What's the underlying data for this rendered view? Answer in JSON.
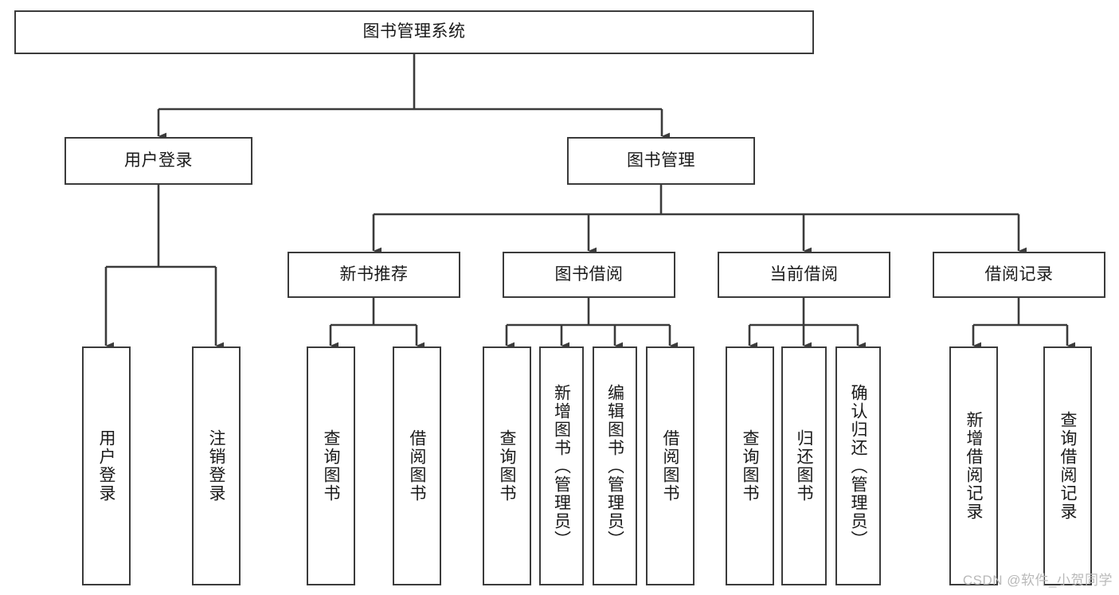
{
  "diagram": {
    "title": "图书管理系统",
    "type": "tree-hierarchy-diagram",
    "orientation": "top-down",
    "colors": {
      "box_border": "#3b3b3b",
      "box_fill": "#ffffff",
      "edge": "#3b3b3b",
      "text": "#1a1a1a",
      "watermark": "#b9b9b9",
      "background": "#ffffff"
    }
  },
  "watermark": {
    "text": "CSDN @软件_小贺同学"
  },
  "nodes": {
    "root": {
      "label": "图书管理系统",
      "level": 1
    },
    "level2": [
      {
        "id": "user-login",
        "label": "用户登录"
      },
      {
        "id": "book-manage",
        "label": "图书管理"
      }
    ],
    "level3": [
      {
        "id": "new-book-recommend",
        "label": "新书推荐"
      },
      {
        "id": "book-borrow",
        "label": "图书借阅"
      },
      {
        "id": "current-borrow",
        "label": "当前借阅"
      },
      {
        "id": "borrow-record",
        "label": "借阅记录"
      }
    ],
    "leaves": [
      {
        "id": "leaf-user-login",
        "label": "用户登录",
        "parent": "user-login"
      },
      {
        "id": "leaf-logout",
        "label": "注销登录",
        "parent": "user-login"
      },
      {
        "id": "leaf-query-book-1",
        "label": "查询图书",
        "parent": "new-book-recommend"
      },
      {
        "id": "leaf-borrow-book-1",
        "label": "借阅图书",
        "parent": "new-book-recommend"
      },
      {
        "id": "leaf-query-book-2",
        "label": "查询图书",
        "parent": "book-borrow"
      },
      {
        "id": "leaf-add-book",
        "label": "新增图书（管理员）",
        "parent": "book-borrow"
      },
      {
        "id": "leaf-edit-book",
        "label": "编辑图书（管理员）",
        "parent": "book-borrow"
      },
      {
        "id": "leaf-borrow-book-2",
        "label": "借阅图书",
        "parent": "book-borrow"
      },
      {
        "id": "leaf-query-book-3",
        "label": "查询图书",
        "parent": "current-borrow"
      },
      {
        "id": "leaf-return-book",
        "label": "归还图书",
        "parent": "current-borrow"
      },
      {
        "id": "leaf-confirm-return",
        "label": "确认归还（管理员）",
        "parent": "current-borrow"
      },
      {
        "id": "leaf-add-record",
        "label": "新增借阅记录",
        "parent": "borrow-record"
      },
      {
        "id": "leaf-query-record",
        "label": "查询借阅记录",
        "parent": "borrow-record"
      }
    ]
  },
  "edges": [
    {
      "from": "root",
      "to": "user-login"
    },
    {
      "from": "root",
      "to": "book-manage"
    },
    {
      "from": "book-manage",
      "to": "new-book-recommend"
    },
    {
      "from": "book-manage",
      "to": "book-borrow"
    },
    {
      "from": "book-manage",
      "to": "current-borrow"
    },
    {
      "from": "book-manage",
      "to": "borrow-record"
    },
    {
      "from": "user-login",
      "to": "leaf-user-login"
    },
    {
      "from": "user-login",
      "to": "leaf-logout"
    },
    {
      "from": "new-book-recommend",
      "to": "leaf-query-book-1"
    },
    {
      "from": "new-book-recommend",
      "to": "leaf-borrow-book-1"
    },
    {
      "from": "book-borrow",
      "to": "leaf-query-book-2"
    },
    {
      "from": "book-borrow",
      "to": "leaf-add-book"
    },
    {
      "from": "book-borrow",
      "to": "leaf-edit-book"
    },
    {
      "from": "book-borrow",
      "to": "leaf-borrow-book-2"
    },
    {
      "from": "current-borrow",
      "to": "leaf-query-book-3"
    },
    {
      "from": "current-borrow",
      "to": "leaf-return-book"
    },
    {
      "from": "current-borrow",
      "to": "leaf-confirm-return"
    },
    {
      "from": "borrow-record",
      "to": "leaf-add-record"
    },
    {
      "from": "borrow-record",
      "to": "leaf-query-record"
    }
  ]
}
